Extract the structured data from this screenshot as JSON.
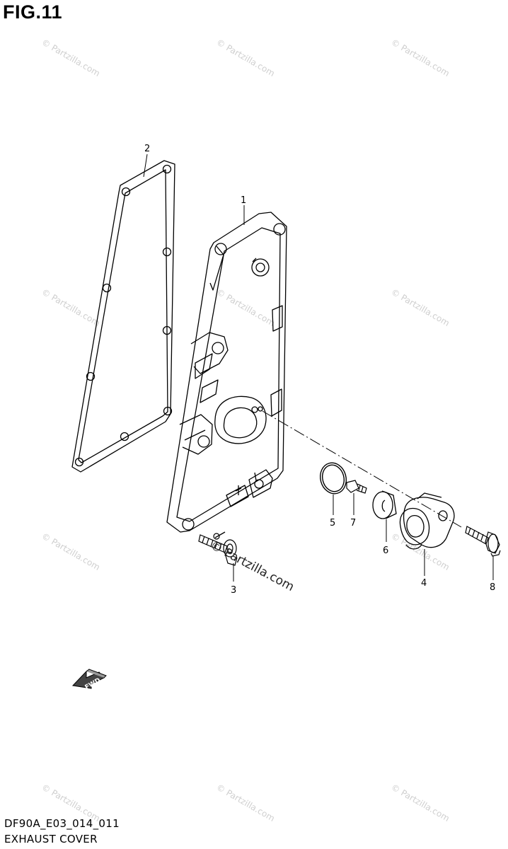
{
  "figure": {
    "title": "FIG.11"
  },
  "callouts": [
    {
      "num": "1"
    },
    {
      "num": "2"
    },
    {
      "num": "3"
    },
    {
      "num": "4"
    },
    {
      "num": "5"
    },
    {
      "num": "6"
    },
    {
      "num": "7"
    },
    {
      "num": "8"
    }
  ],
  "fwd_label": "FWD",
  "watermark": {
    "main": "© Partzilla.com",
    "tile": "© Partzilla.com"
  },
  "footer": {
    "code": "DF90A_E03_014_011",
    "name": "EXHAUST COVER"
  }
}
